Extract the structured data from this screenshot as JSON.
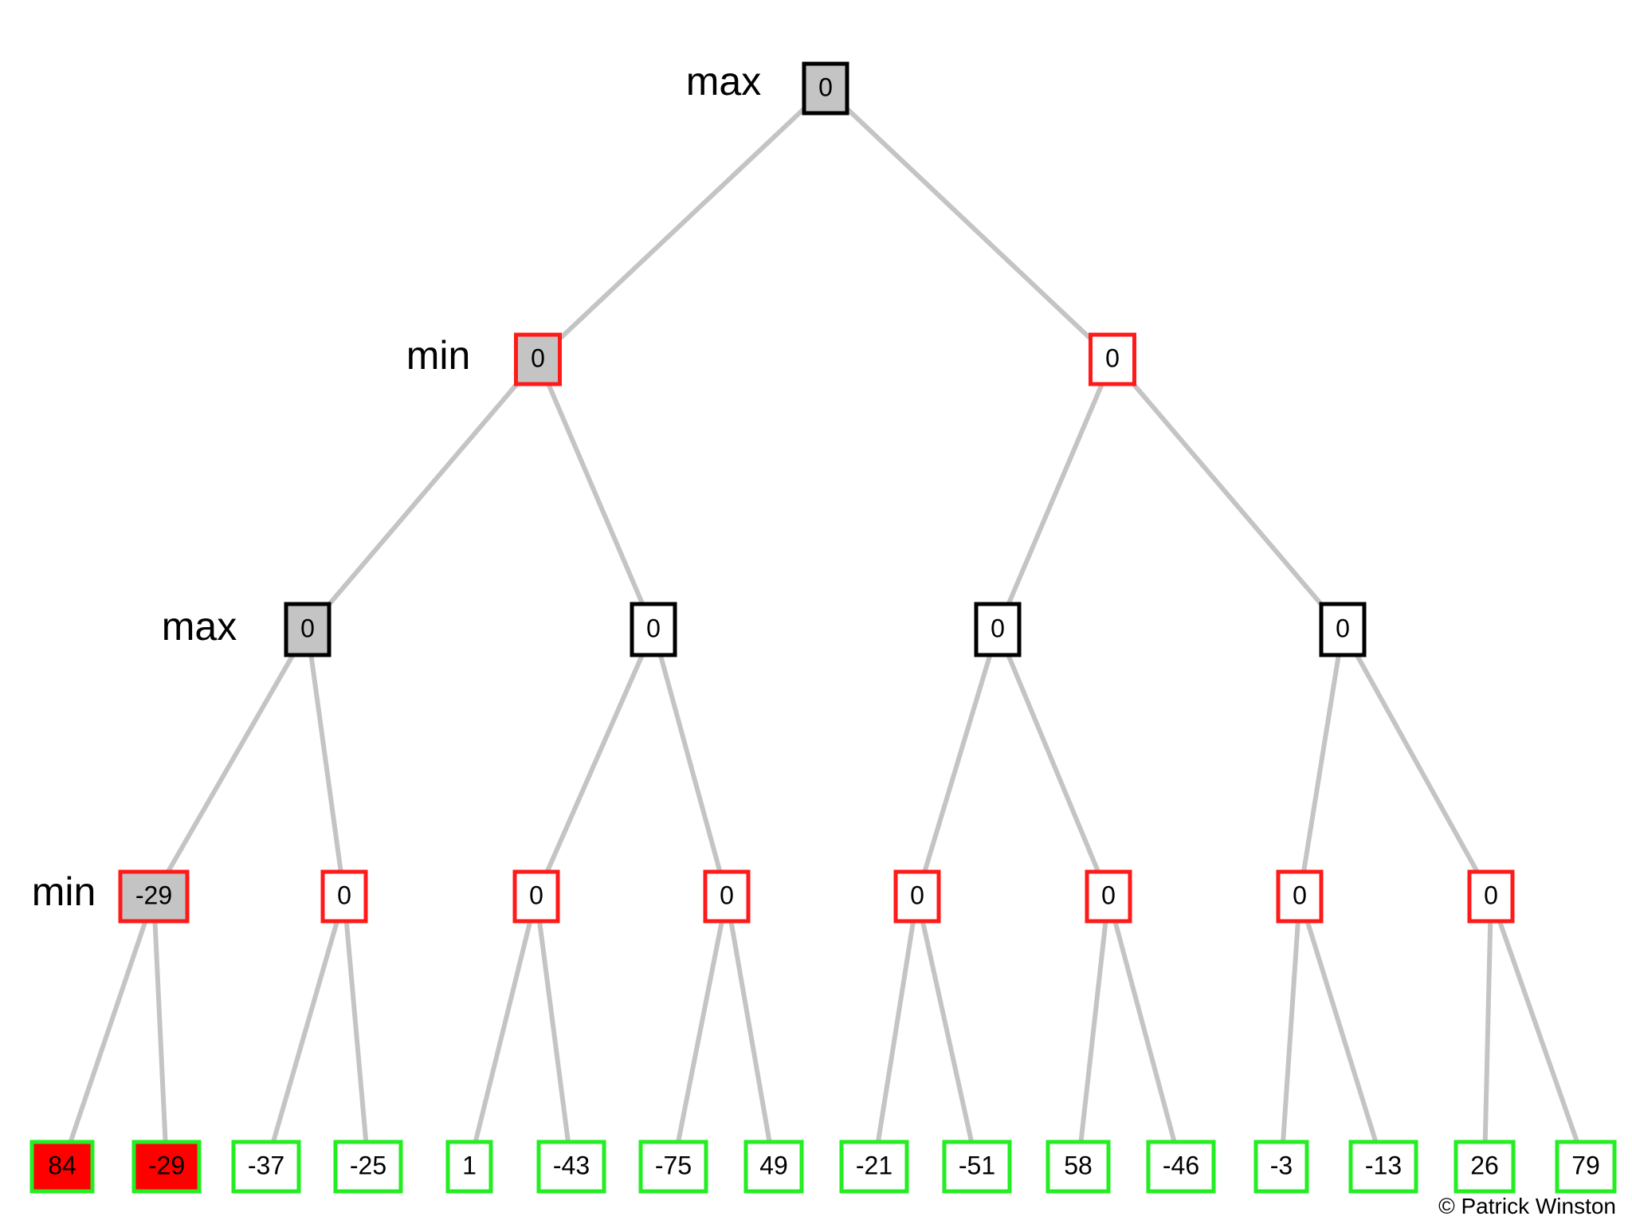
{
  "colors": {
    "edge": "#c4c4c4",
    "max_border": "#000000",
    "min_border": "#ff1a1a",
    "leaf_border": "#22ee22",
    "visited_fill": "#c4c4c4",
    "pruned_fill": "#ff0000",
    "default_fill": "#ffffff"
  },
  "level_labels": [
    {
      "text": "max",
      "depth": 0
    },
    {
      "text": "min",
      "depth": 1
    },
    {
      "text": "max",
      "depth": 2
    },
    {
      "text": "min",
      "depth": 3
    }
  ],
  "nodes": [
    {
      "id": "n0",
      "depth": 0,
      "value": "0",
      "type": "max",
      "fill": "visited"
    },
    {
      "id": "n1",
      "depth": 1,
      "value": "0",
      "type": "min",
      "fill": "visited"
    },
    {
      "id": "n2",
      "depth": 1,
      "value": "0",
      "type": "min",
      "fill": "none"
    },
    {
      "id": "n3",
      "depth": 2,
      "value": "0",
      "type": "max",
      "fill": "visited"
    },
    {
      "id": "n4",
      "depth": 2,
      "value": "0",
      "type": "max",
      "fill": "none"
    },
    {
      "id": "n5",
      "depth": 2,
      "value": "0",
      "type": "max",
      "fill": "none"
    },
    {
      "id": "n6",
      "depth": 2,
      "value": "0",
      "type": "max",
      "fill": "none"
    },
    {
      "id": "n7",
      "depth": 3,
      "value": "-29",
      "type": "min",
      "fill": "visited"
    },
    {
      "id": "n8",
      "depth": 3,
      "value": "0",
      "type": "min",
      "fill": "none"
    },
    {
      "id": "n9",
      "depth": 3,
      "value": "0",
      "type": "min",
      "fill": "none"
    },
    {
      "id": "n10",
      "depth": 3,
      "value": "0",
      "type": "min",
      "fill": "none"
    },
    {
      "id": "n11",
      "depth": 3,
      "value": "0",
      "type": "min",
      "fill": "none"
    },
    {
      "id": "n12",
      "depth": 3,
      "value": "0",
      "type": "min",
      "fill": "none"
    },
    {
      "id": "n13",
      "depth": 3,
      "value": "0",
      "type": "min",
      "fill": "none"
    },
    {
      "id": "n14",
      "depth": 3,
      "value": "0",
      "type": "min",
      "fill": "none"
    },
    {
      "id": "l0",
      "depth": 4,
      "value": "84",
      "type": "leaf",
      "fill": "pruned"
    },
    {
      "id": "l1",
      "depth": 4,
      "value": "-29",
      "type": "leaf",
      "fill": "pruned"
    },
    {
      "id": "l2",
      "depth": 4,
      "value": "-37",
      "type": "leaf",
      "fill": "none"
    },
    {
      "id": "l3",
      "depth": 4,
      "value": "-25",
      "type": "leaf",
      "fill": "none"
    },
    {
      "id": "l4",
      "depth": 4,
      "value": "1",
      "type": "leaf",
      "fill": "none"
    },
    {
      "id": "l5",
      "depth": 4,
      "value": "-43",
      "type": "leaf",
      "fill": "none"
    },
    {
      "id": "l6",
      "depth": 4,
      "value": "-75",
      "type": "leaf",
      "fill": "none"
    },
    {
      "id": "l7",
      "depth": 4,
      "value": "49",
      "type": "leaf",
      "fill": "none"
    },
    {
      "id": "l8",
      "depth": 4,
      "value": "-21",
      "type": "leaf",
      "fill": "none"
    },
    {
      "id": "l9",
      "depth": 4,
      "value": "-51",
      "type": "leaf",
      "fill": "none"
    },
    {
      "id": "l10",
      "depth": 4,
      "value": "58",
      "type": "leaf",
      "fill": "none"
    },
    {
      "id": "l11",
      "depth": 4,
      "value": "-46",
      "type": "leaf",
      "fill": "none"
    },
    {
      "id": "l12",
      "depth": 4,
      "value": "-3",
      "type": "leaf",
      "fill": "none"
    },
    {
      "id": "l13",
      "depth": 4,
      "value": "-13",
      "type": "leaf",
      "fill": "none"
    },
    {
      "id": "l14",
      "depth": 4,
      "value": "26",
      "type": "leaf",
      "fill": "none"
    },
    {
      "id": "l15",
      "depth": 4,
      "value": "79",
      "type": "leaf",
      "fill": "none"
    }
  ],
  "edges": [
    [
      "n0",
      "n1"
    ],
    [
      "n0",
      "n2"
    ],
    [
      "n1",
      "n3"
    ],
    [
      "n1",
      "n4"
    ],
    [
      "n2",
      "n5"
    ],
    [
      "n2",
      "n6"
    ],
    [
      "n3",
      "n7"
    ],
    [
      "n3",
      "n8"
    ],
    [
      "n4",
      "n9"
    ],
    [
      "n4",
      "n10"
    ],
    [
      "n5",
      "n11"
    ],
    [
      "n5",
      "n12"
    ],
    [
      "n6",
      "n13"
    ],
    [
      "n6",
      "n14"
    ],
    [
      "n7",
      "l0"
    ],
    [
      "n7",
      "l1"
    ],
    [
      "n8",
      "l2"
    ],
    [
      "n8",
      "l3"
    ],
    [
      "n9",
      "l4"
    ],
    [
      "n9",
      "l5"
    ],
    [
      "n10",
      "l6"
    ],
    [
      "n10",
      "l7"
    ],
    [
      "n11",
      "l8"
    ],
    [
      "n11",
      "l9"
    ],
    [
      "n12",
      "l10"
    ],
    [
      "n12",
      "l11"
    ],
    [
      "n13",
      "l12"
    ],
    [
      "n13",
      "l13"
    ],
    [
      "n14",
      "l14"
    ],
    [
      "n14",
      "l15"
    ]
  ],
  "credit": "© Patrick Winston"
}
